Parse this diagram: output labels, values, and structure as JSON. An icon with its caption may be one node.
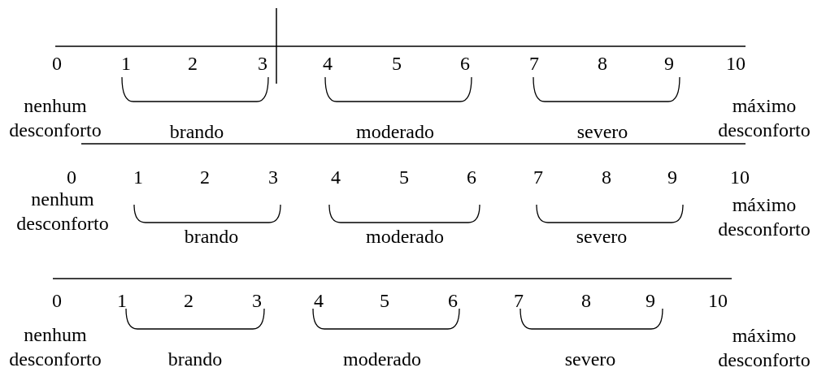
{
  "diagram": {
    "labels": [
      "0",
      "1",
      "2",
      "3",
      "4",
      "5",
      "6",
      "7",
      "8",
      "9",
      "10",
      "nenhum desconforto",
      "brando",
      "moderado",
      "severo",
      "máximo desconforto",
      "0",
      "1",
      "2",
      "3",
      "4",
      "5",
      "6",
      "7",
      "8",
      "9",
      "10",
      "nenhum desconforto",
      "brando",
      "moderado",
      "severo",
      "máximo desconforto",
      "0",
      "1",
      "2",
      "3",
      "4",
      "5",
      "6",
      "7",
      "8",
      "9",
      "10",
      "nenhum desconforto",
      "brando",
      "moderado",
      "severo",
      "máximo desconforto"
    ]
  }
}
